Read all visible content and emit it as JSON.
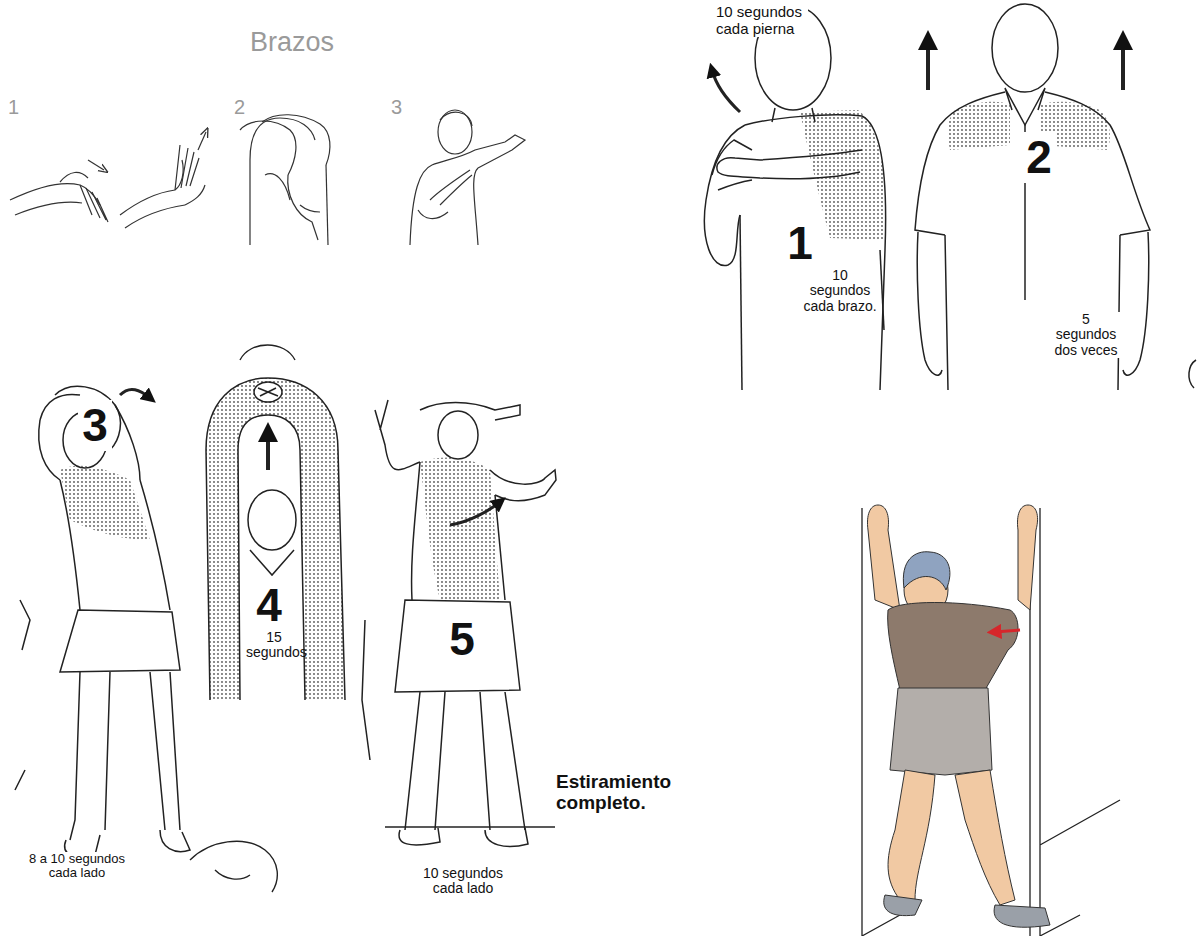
{
  "diagram": {
    "labels": [
      "Brazos",
      "1",
      "2",
      "3",
      "10 segundos cada pierna",
      "1",
      "10 segundos cada brazo.",
      "2",
      "5 segundos dos veces",
      "3",
      "8 a 10 segundos cada lado",
      "4",
      "15 segundos",
      "5",
      "10 segundos cada lado",
      "Estiramiento completo."
    ]
  }
}
